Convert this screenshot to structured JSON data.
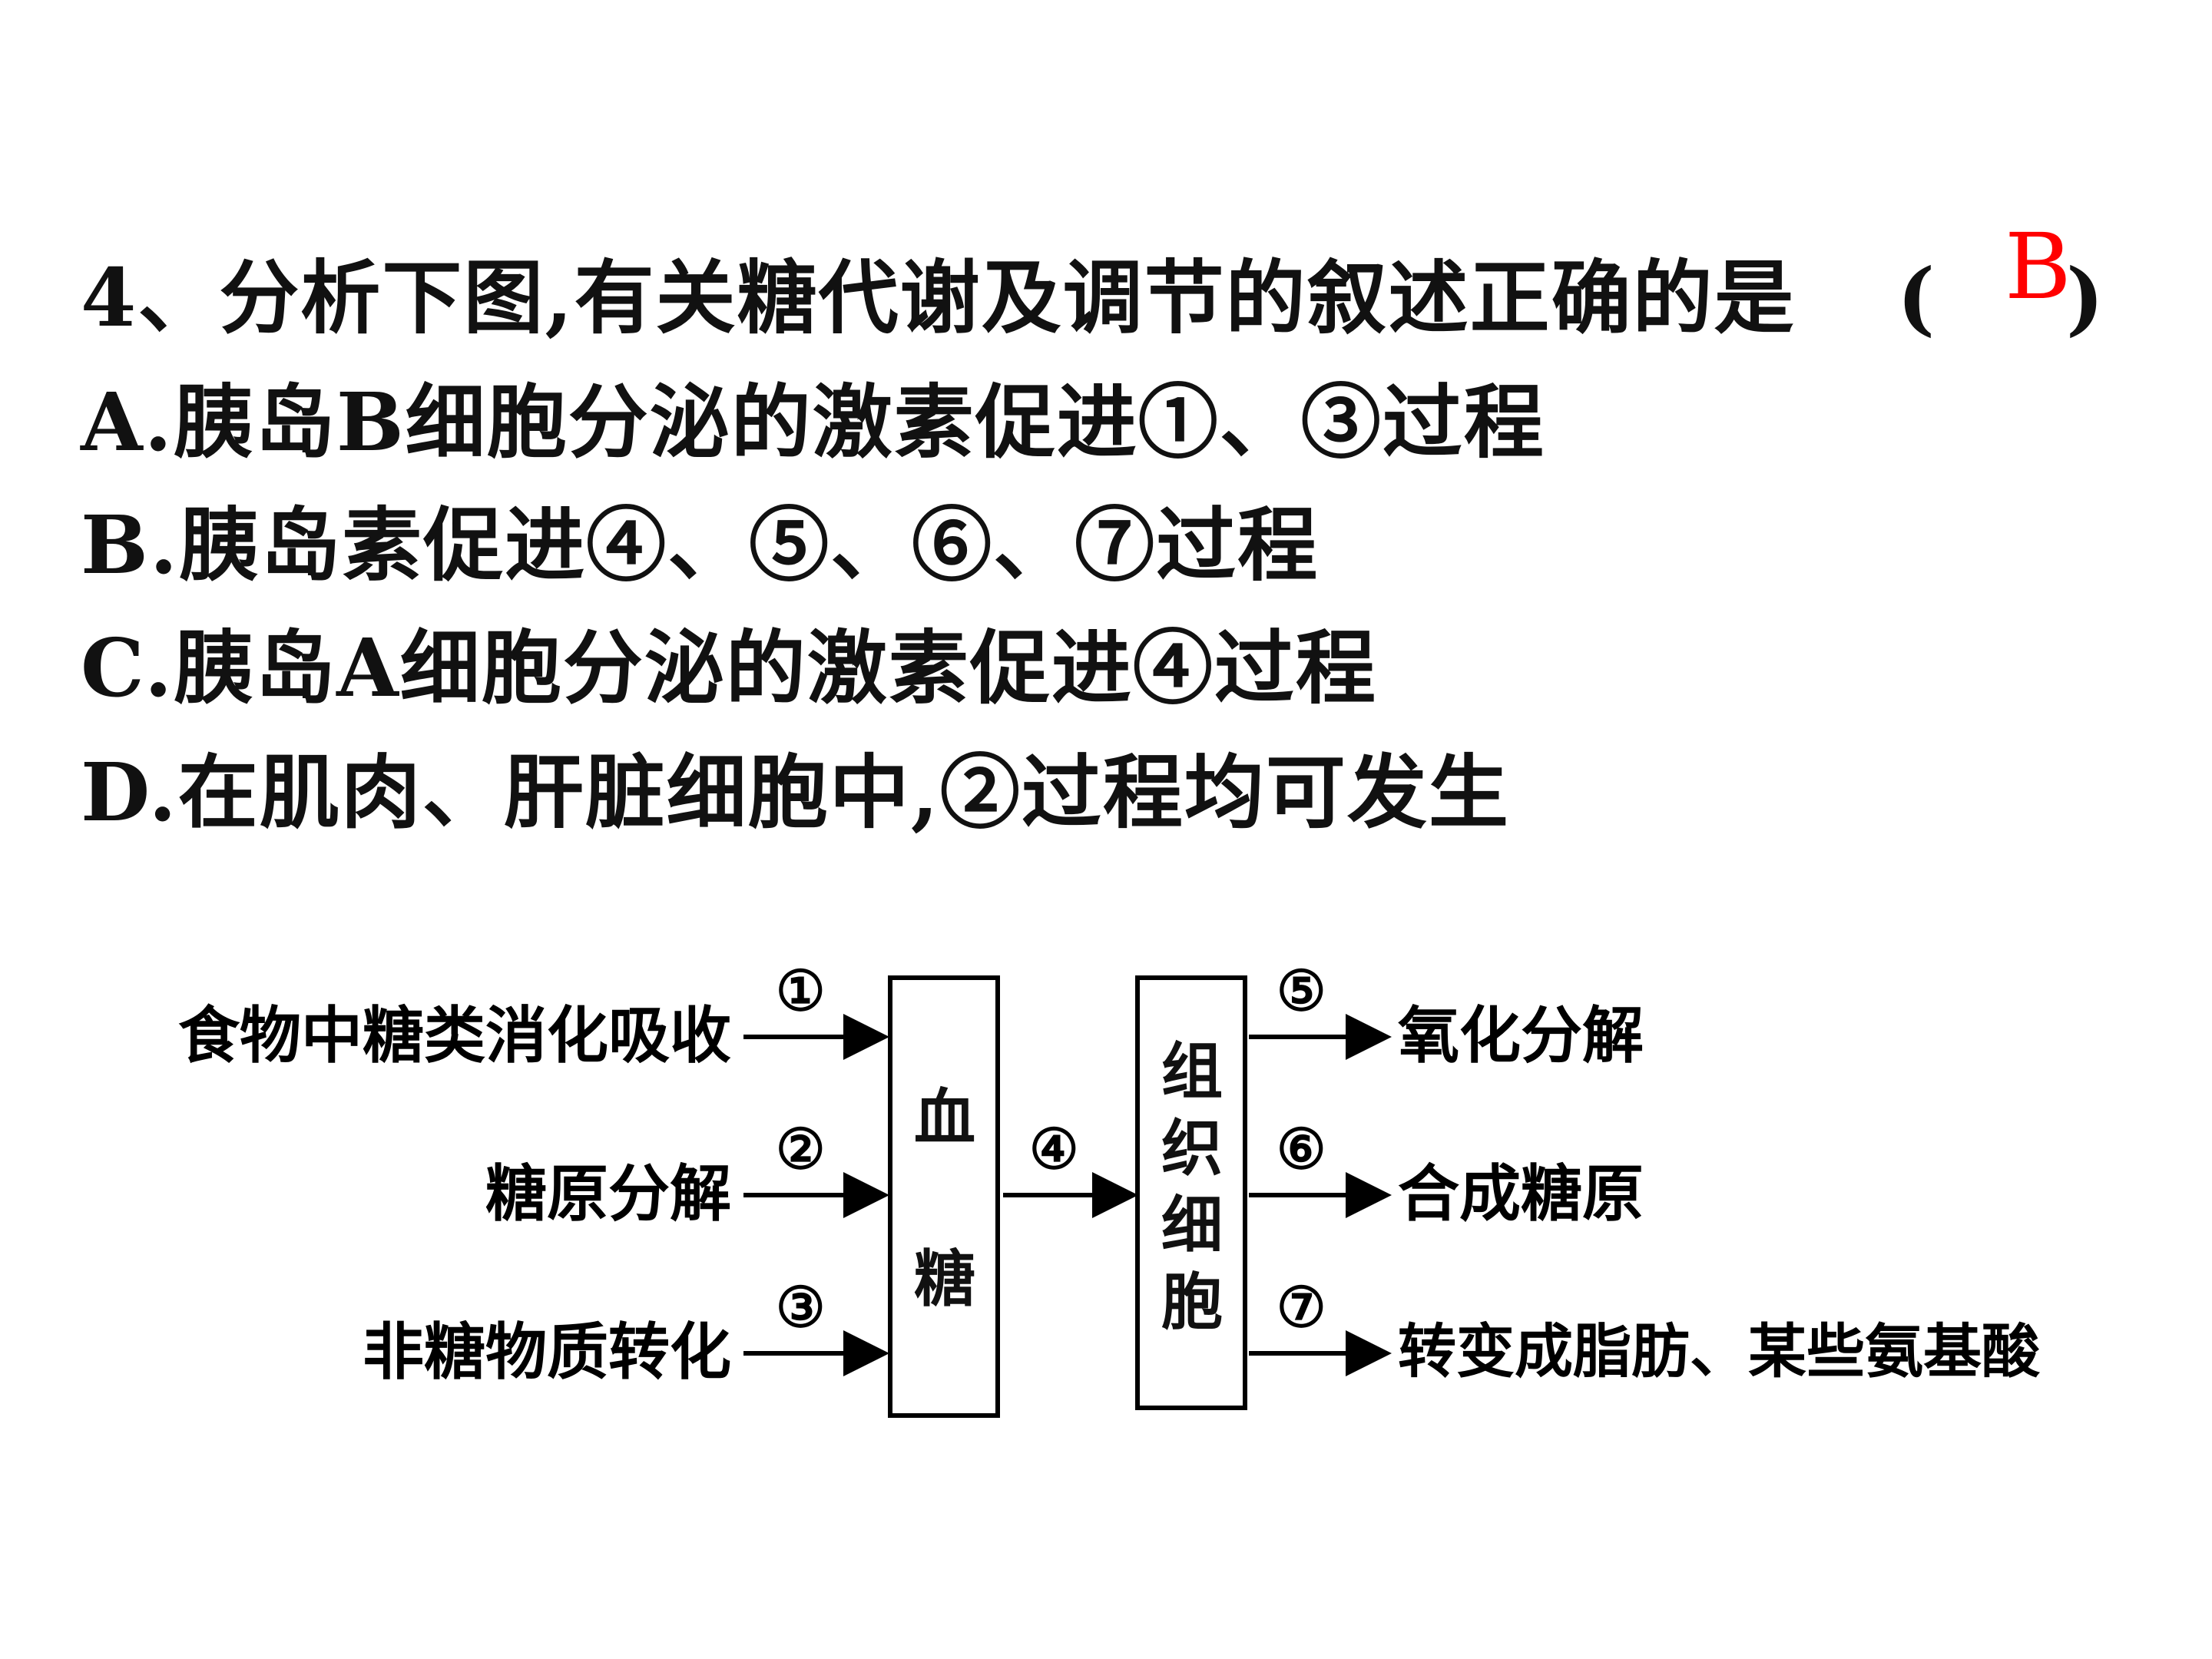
{
  "question": {
    "stem": "4、分析下图,有关糖代谢及调节的叙述正确的是",
    "paren_open": "(",
    "paren_close": ")",
    "answer": "B"
  },
  "options": [
    {
      "text": "A.胰岛B细胞分泌的激素促进①、③过程"
    },
    {
      "text": "B.胰岛素促进④、⑤、⑥、⑦过程"
    },
    {
      "text": "C.胰岛A细胞分泌的激素促进④过程"
    },
    {
      "text": "D.在肌肉、肝脏细胞中,②过程均可发生"
    }
  ],
  "diagram": {
    "sources": [
      {
        "text": "食物中糖类消化吸收",
        "step": "①"
      },
      {
        "text": "糖原分解",
        "step": "②"
      },
      {
        "text": "非糖物质转化",
        "step": "③"
      }
    ],
    "blood_box": [
      "血",
      "糖"
    ],
    "middle_step": "④",
    "cell_box": [
      "组",
      "织",
      "细",
      "胞"
    ],
    "outputs": [
      {
        "text": "氧化分解",
        "step": "⑤"
      },
      {
        "text": "合成糖原",
        "step": "⑥"
      },
      {
        "text": "转变成脂肪、某些氨基酸",
        "step": "⑦"
      }
    ]
  }
}
